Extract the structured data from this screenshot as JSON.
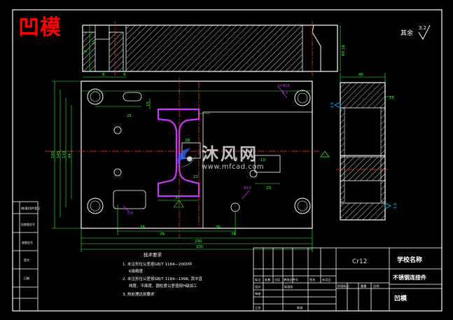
{
  "drawing_title": "凹模",
  "surface_note": "其余",
  "roughness_value": "3.2",
  "tech_requirements": {
    "heading": "技术要求",
    "items": [
      "1. 未注形位公差按GB/T 1184—2000中",
      "K级精度",
      "2. 未注形位公差按GB/T 1184—1996, 其中直",
      "线度、平面度、圆柱度公差值按H级加工",
      "3. 热处理达到要求"
    ]
  },
  "title_block": {
    "material": "Cr12",
    "school": "学校名称",
    "part_name": "不锈钢连接件",
    "drawing_name": "凹模",
    "small_cells": [
      "标记",
      "处数",
      "分区",
      "更改文件号",
      "签名",
      "年月日",
      "设计",
      "标准化",
      "阶段标记",
      "重量",
      "比例",
      "审核",
      "工艺",
      "批准"
    ]
  },
  "side_column_labels": [
    "借(通)用件登记",
    "旧底图总号",
    "底图总号",
    "签字",
    "日期"
  ],
  "dimensions": {
    "top_view": [
      "8",
      "9",
      "29",
      "8",
      "R6.16"
    ],
    "plan_horizontal": [
      "36",
      "78",
      "36",
      "78",
      "290",
      "230",
      "37",
      "21",
      "28",
      "10",
      "25",
      "20"
    ],
    "plan_vertical": [
      "160",
      "145",
      "133",
      "94",
      "15"
    ],
    "plan_small": [
      "2×Φ10",
      "6.3",
      "Φ14",
      "0.8"
    ],
    "side_view": [
      "45",
      "11",
      "1.6",
      "1.6"
    ]
  },
  "watermark": {
    "site_name": "沐风网",
    "url": "www.mfcad.com"
  }
}
